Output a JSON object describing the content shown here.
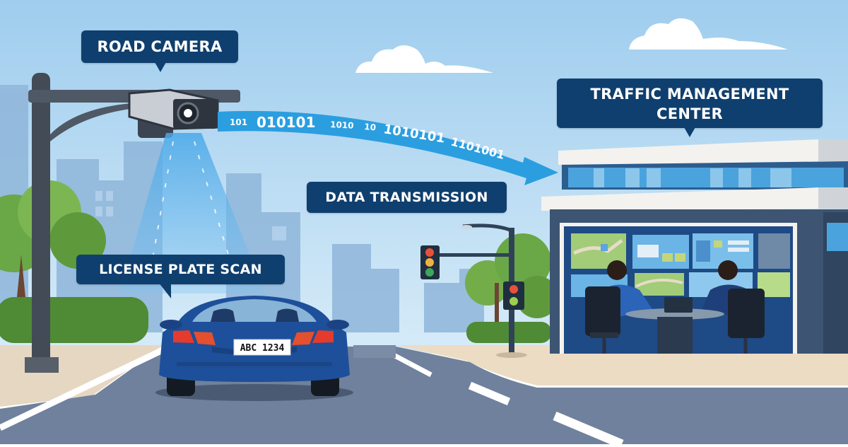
{
  "illustration": {
    "topic": "Road camera license plate recognition and data flow to traffic management center",
    "callouts": {
      "road_camera": "ROAD CAMERA",
      "traffic_management_center_line1": "TRAFFIC MANAGEMENT",
      "traffic_management_center_line2": "CENTER",
      "data_transmission": "DATA TRANSMISSION",
      "license_plate_scan": "LICENSE PLATE SCAN"
    },
    "data_stream": {
      "segments": [
        "101",
        "010101",
        "1010",
        "10",
        "1010101",
        "1101001"
      ]
    },
    "car": {
      "license_plate": "ABC 1234",
      "color": "#1e4f9a"
    },
    "traffic_light_main": {
      "lights": [
        "red",
        "yellow",
        "green"
      ]
    },
    "traffic_light_secondary": {
      "lights": [
        "red",
        "green"
      ]
    },
    "colors": {
      "sky": "#a9d4f0",
      "callout_bg": "#0f3f6e",
      "data_arrow": "#2b9ee0",
      "road": "#6f819c",
      "sidewalk": "#ecdcc4",
      "building_dark": "#3d5573",
      "tree_green": "#5f9e3c"
    }
  }
}
